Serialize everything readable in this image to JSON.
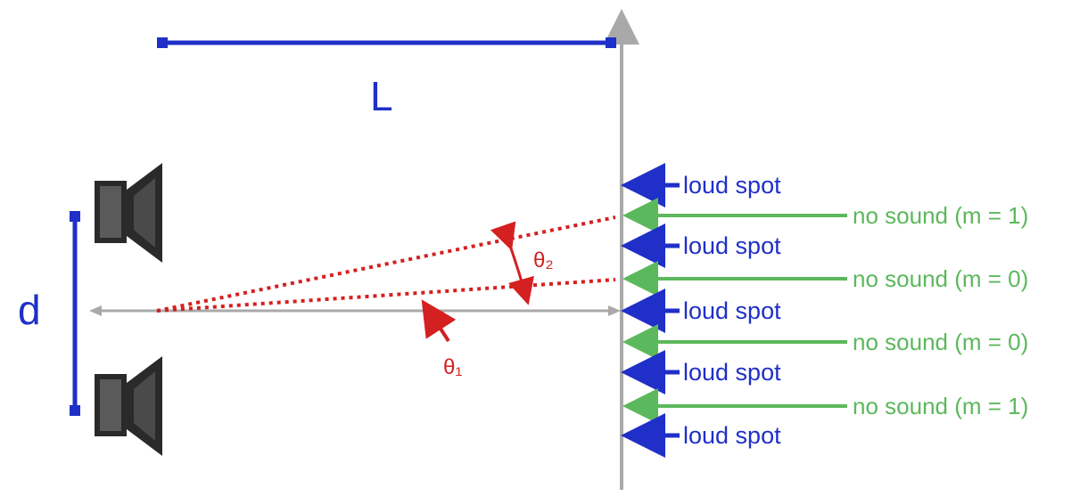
{
  "diagram": {
    "distance_label": "L",
    "separation_label": "d",
    "angle_labels": [
      "θ₂",
      "θ₁"
    ],
    "screen_labels": [
      {
        "text": "loud spot",
        "kind": "loud"
      },
      {
        "text": "no sound (m = 1)",
        "kind": "quiet"
      },
      {
        "text": "loud spot",
        "kind": "loud"
      },
      {
        "text": "no sound (m = 0)",
        "kind": "quiet"
      },
      {
        "text": "loud spot",
        "kind": "loud"
      },
      {
        "text": "no sound (m = 0)",
        "kind": "quiet"
      },
      {
        "text": "loud spot",
        "kind": "loud"
      },
      {
        "text": "no sound (m = 1)",
        "kind": "quiet"
      },
      {
        "text": "loud spot",
        "kind": "loud"
      }
    ],
    "icons": [
      "speaker-icon",
      "speaker-icon"
    ],
    "colors": {
      "loud": "#1f2fc8",
      "quiet": "#5cb85c",
      "angle": "#d42020",
      "axis": "#a9a9a9",
      "speaker": "#2a2a2a"
    }
  }
}
